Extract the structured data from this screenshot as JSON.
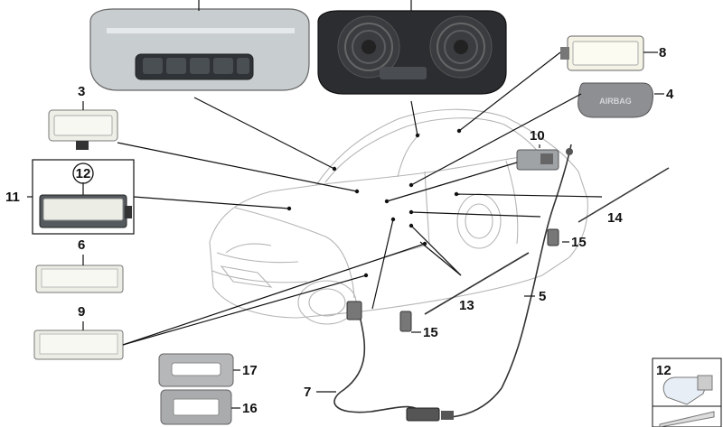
{
  "callouts": {
    "c3": "3",
    "c4": "4",
    "c5": "5",
    "c6": "6",
    "c7": "7",
    "c8": "8",
    "c9": "9",
    "c10": "10",
    "c11": "11",
    "c12": "12",
    "c12b": "12",
    "c13": "13",
    "c14": "14",
    "c15a": "15",
    "c15b": "15",
    "c16": "16",
    "c17": "17"
  },
  "parts": {
    "airbag_label": "AIRBAG"
  }
}
